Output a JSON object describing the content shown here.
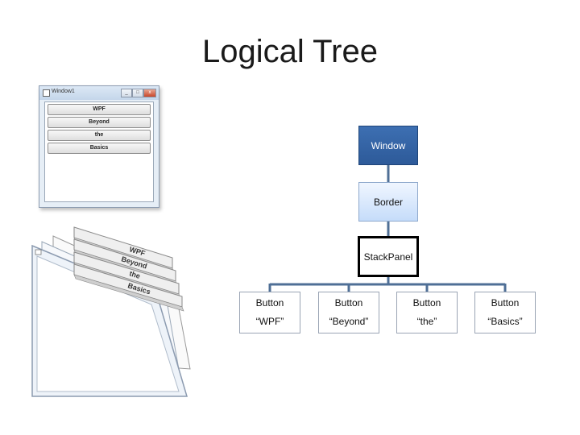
{
  "slide": {
    "title": "Logical Tree"
  },
  "window_screenshot": {
    "title": "Window1",
    "controls": [
      "_",
      "□",
      "x"
    ],
    "buttons": [
      "WPF",
      "Beyond",
      "the",
      "Basics"
    ]
  },
  "exploded_view": {
    "labels": [
      "WPF",
      "Beyond",
      "the",
      "Basics"
    ]
  },
  "tree": {
    "root": "Window",
    "child": "Border",
    "panel": "StackPanel",
    "leaves": [
      {
        "type": "Button",
        "content": "“WPF”"
      },
      {
        "type": "Button",
        "content": "“Beyond”"
      },
      {
        "type": "Button",
        "content": "“the”"
      },
      {
        "type": "Button",
        "content": "“Basics”"
      }
    ]
  },
  "colors": {
    "window_node": "#2d5a99",
    "border_node": "#c5dcfa",
    "connector": "#4f6f96"
  }
}
